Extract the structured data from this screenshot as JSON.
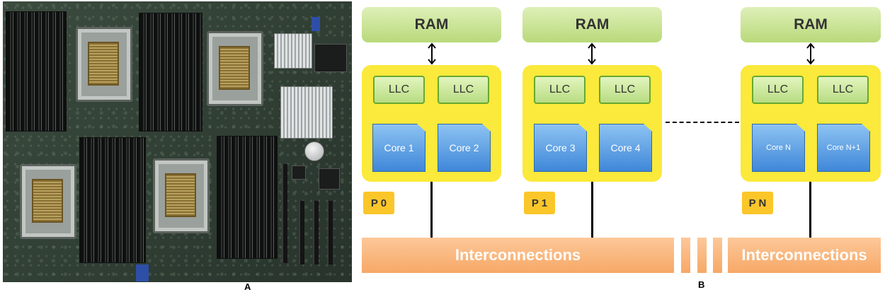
{
  "panel_a": {
    "caption": "A"
  },
  "panel_b": {
    "caption": "B",
    "ram_label": "RAM",
    "llc_label": "LLC",
    "interconnect_label": "Interconnections",
    "processors": [
      {
        "label": "P 0",
        "cores": [
          "Core 1",
          "Core 2"
        ]
      },
      {
        "label": "P 1",
        "cores": [
          "Core 3",
          "Core 4"
        ]
      },
      {
        "label": "P N",
        "cores": [
          "Core N",
          "Core N+1"
        ]
      }
    ]
  },
  "colors": {
    "ram_fill": "#c6e28e",
    "processor_fill": "#fbe93b",
    "llc_border": "#67a92f",
    "core_fill": "#5b9be0",
    "processor_label_fill": "#fbc62a",
    "interconnect_fill": "#f9b57a"
  }
}
